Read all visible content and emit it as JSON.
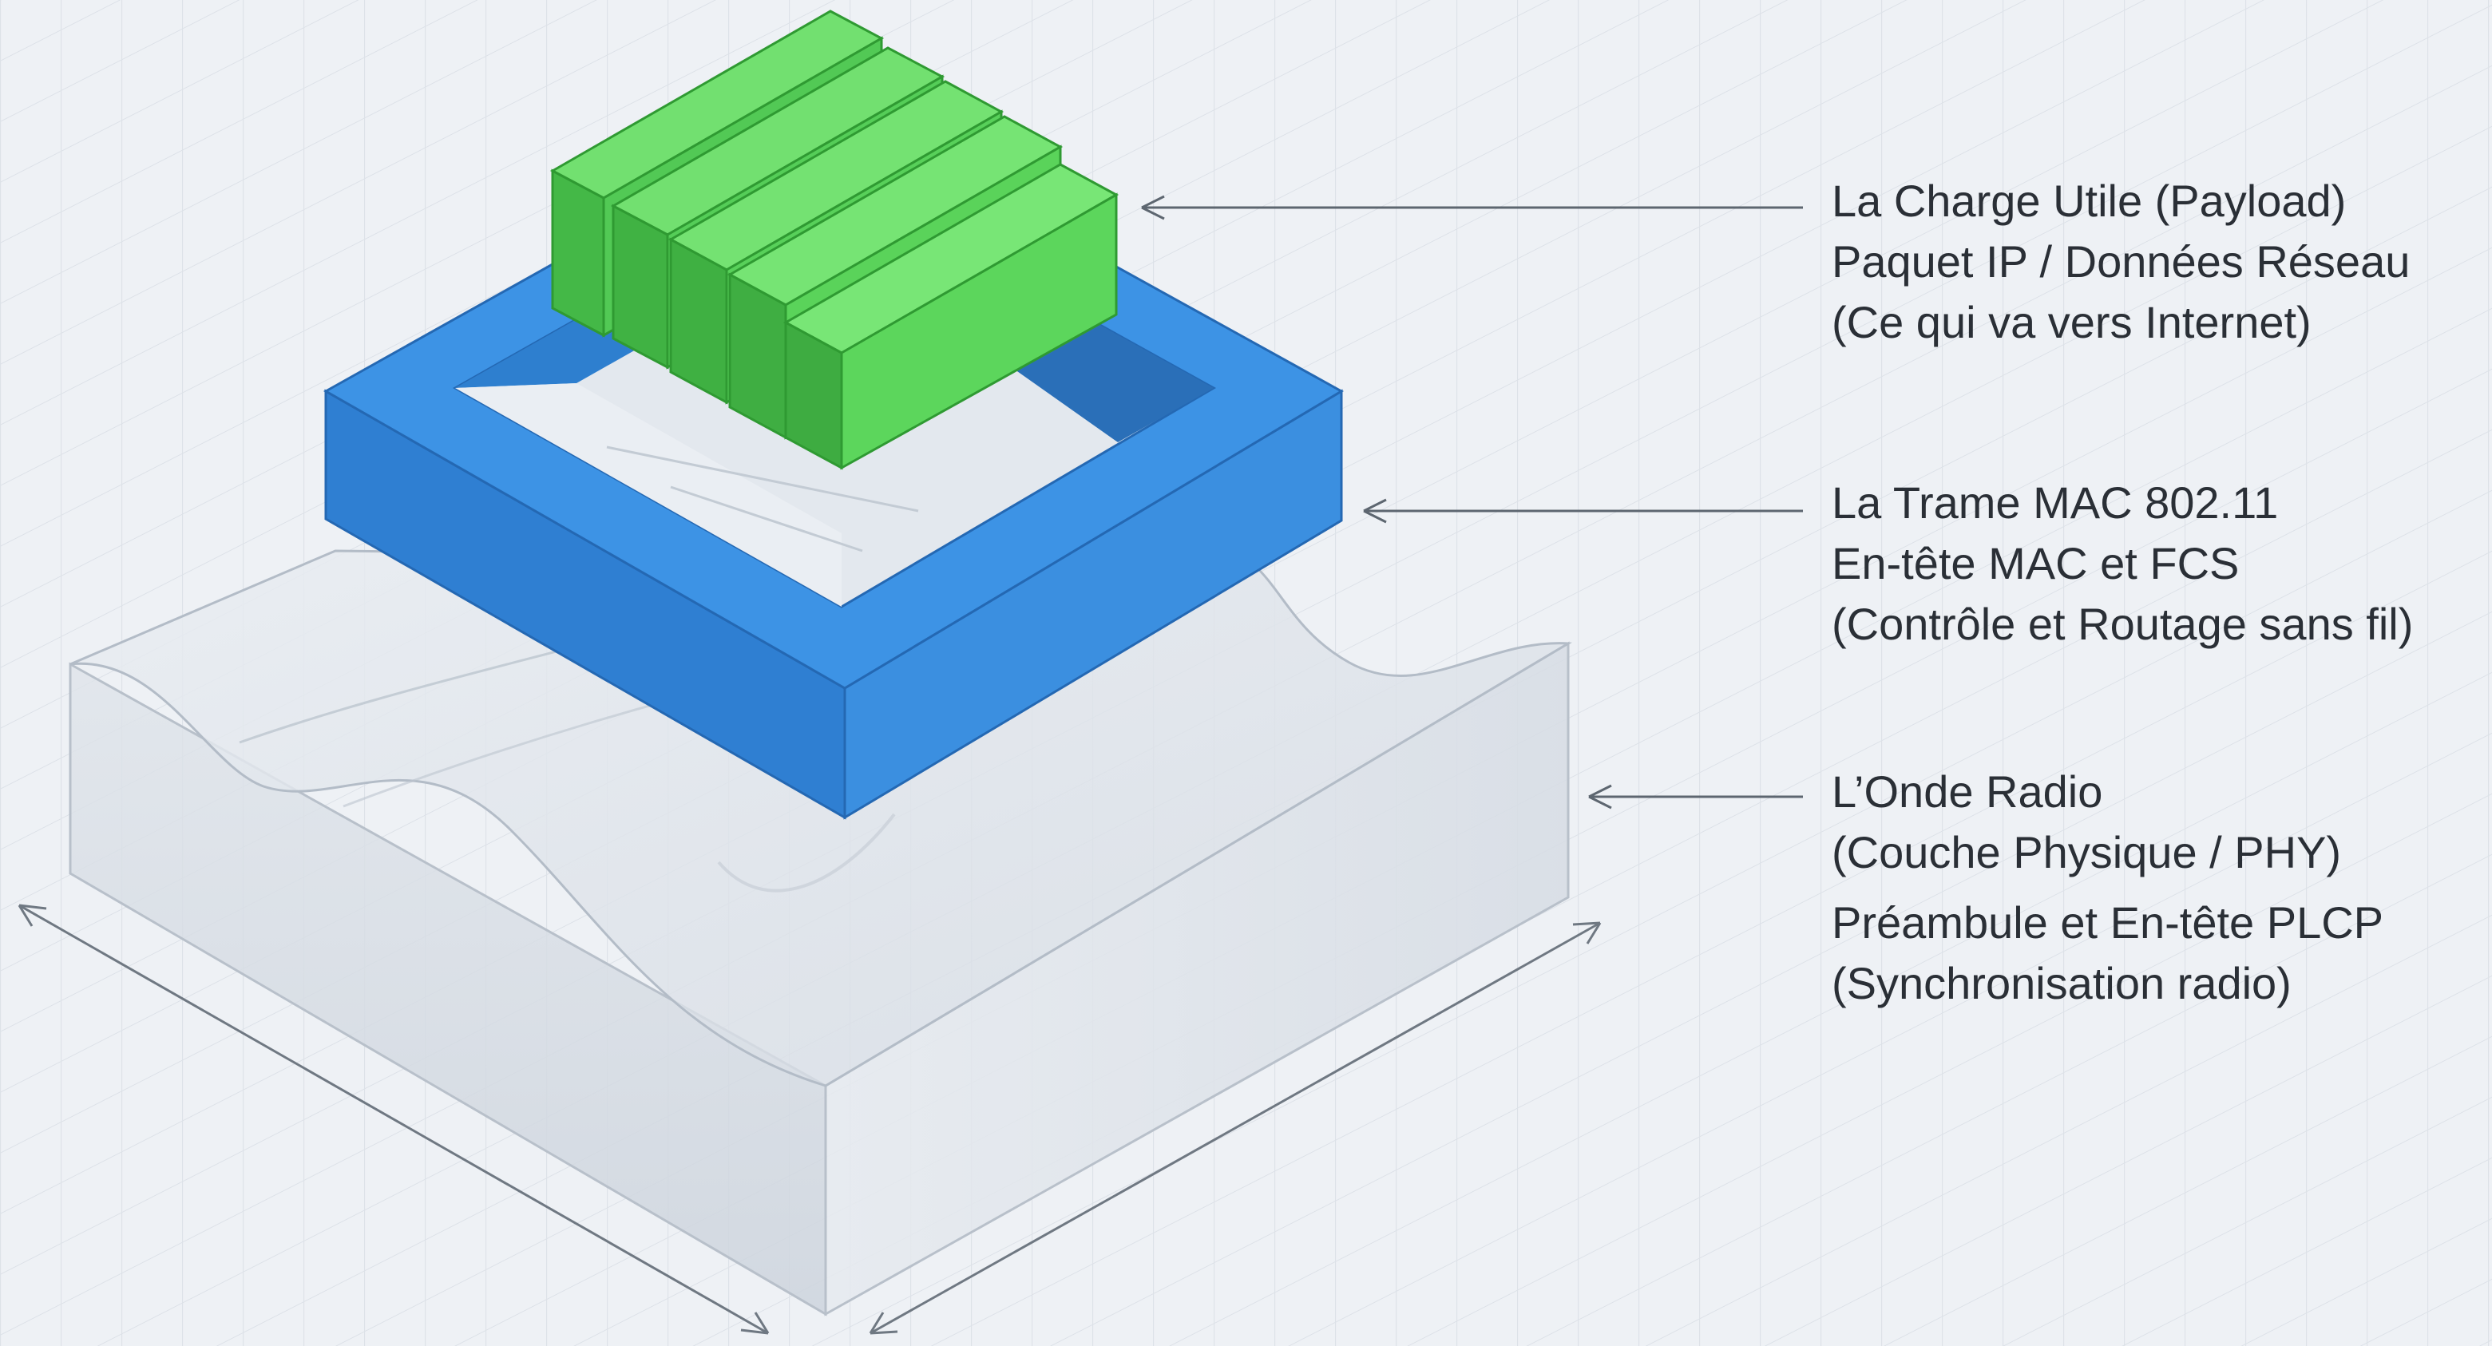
{
  "labels": {
    "payload": {
      "line1": "La Charge Utile (Payload)",
      "line2": "Paquet IP / Données Réseau",
      "line3": "(Ce qui va vers Internet)"
    },
    "mac": {
      "line1": "La Trame MAC 802.11",
      "line2": "En-tête MAC et FCS",
      "line3": "(Contrôle et Routage sans fil)"
    },
    "phy": {
      "line1": "L’Onde Radio",
      "line2": "(Couche Physique / PHY)",
      "line3": "Préambule et En-tête PLCP",
      "line4": "(Synchronisation radio)"
    }
  },
  "colors": {
    "payload_green": "#5ad35a",
    "mac_blue": "#3b8fe0",
    "radio_glass": "#d7dde5",
    "text": "#2a2f36",
    "arrow": "#5d6670"
  },
  "icons": {
    "payload_blocks": "stacked-green-bars-icon",
    "mac_frame": "blue-square-frame-icon",
    "radio_wave": "translucent-wave-slab-icon"
  }
}
